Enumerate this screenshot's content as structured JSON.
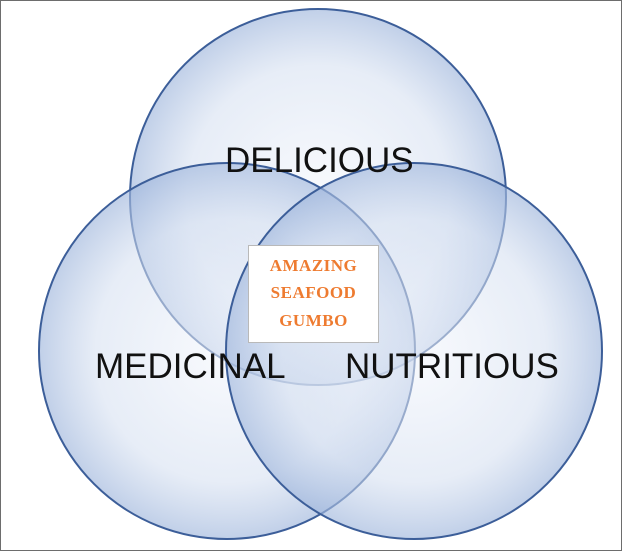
{
  "diagram": {
    "type": "venn",
    "circles": [
      {
        "label": "DELICIOUS"
      },
      {
        "label": "MEDICINAL"
      },
      {
        "label": "NUTRITIOUS"
      }
    ],
    "center": {
      "lines": [
        "AMAZING",
        "SEAFOOD",
        "GUMBO"
      ]
    },
    "colors": {
      "circle_fill_edge": "#a9bfe0",
      "circle_fill_center": "#f3f6fc",
      "circle_stroke": "#3c5e99",
      "center_text": "#ee7b30"
    }
  }
}
